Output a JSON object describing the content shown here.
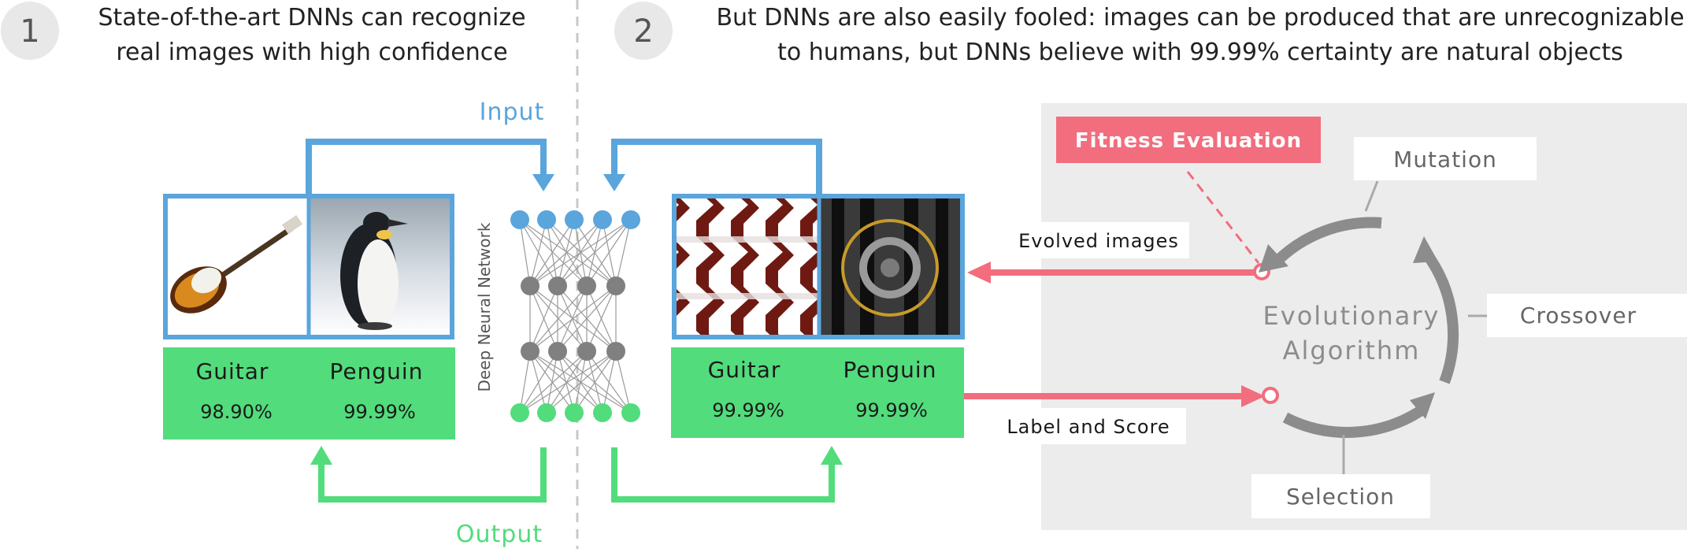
{
  "step1": {
    "number": "1",
    "caption_line1": "State-of-the-art DNNs can recognize",
    "caption_line2": "real images with high confidence"
  },
  "step2": {
    "number": "2",
    "caption_line1": "But DNNs are also easily fooled: images can be produced that are unrecognizable",
    "caption_line2": "to humans, but DNNs believe with 99.99% certainty are natural objects"
  },
  "input_label": "Input",
  "output_label": "Output",
  "network_label": "Deep Neural Network",
  "real_results": [
    {
      "label": "Guitar",
      "score": "98.90%"
    },
    {
      "label": "Penguin",
      "score": "99.99%"
    }
  ],
  "fooling_results": [
    {
      "label": "Guitar",
      "score": "99.99%"
    },
    {
      "label": "Penguin",
      "score": "99.99%"
    }
  ],
  "evolved_images_label": "Evolved images",
  "label_and_score_label": "Label and Score",
  "fitness_evaluation_label": "Fitness Evaluation",
  "ea": {
    "title_line1": "Evolutionary",
    "title_line2": "Algorithm",
    "mutation": "Mutation",
    "crossover": "Crossover",
    "selection": "Selection"
  },
  "colors": {
    "blue": "#5aa5dc",
    "green": "#52dc7c",
    "red": "#f26d7d",
    "gray": "#8c8c8c",
    "panel": "#ececec"
  }
}
